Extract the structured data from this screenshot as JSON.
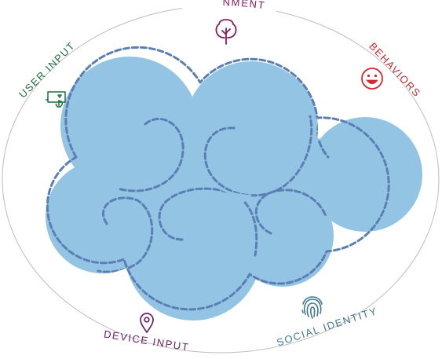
{
  "labels": {
    "environment": "ENVIRONMENT",
    "behaviors": "BEHAVIORS",
    "user_input": "USER INPUT",
    "device_input": "DEVICE INPUT",
    "social_identity": "SOCIAL IDENTITY"
  },
  "icons": {
    "environment": "tree-icon",
    "behaviors": "smiley-face-icon",
    "user_input": "touch-screen-icon",
    "device_input": "location-pin-icon",
    "social_identity": "fingerprint-icon"
  },
  "colors": {
    "environment": "#8a1a5e",
    "behaviors": "#d42a2f",
    "user_input": "#1f6e3a",
    "device_input": "#6a1f63",
    "social_identity": "#3f7895",
    "cloud_fill": "#93c4e3",
    "cloud_stroke": "#5b7fb4",
    "ring": "#bdbdbd"
  }
}
